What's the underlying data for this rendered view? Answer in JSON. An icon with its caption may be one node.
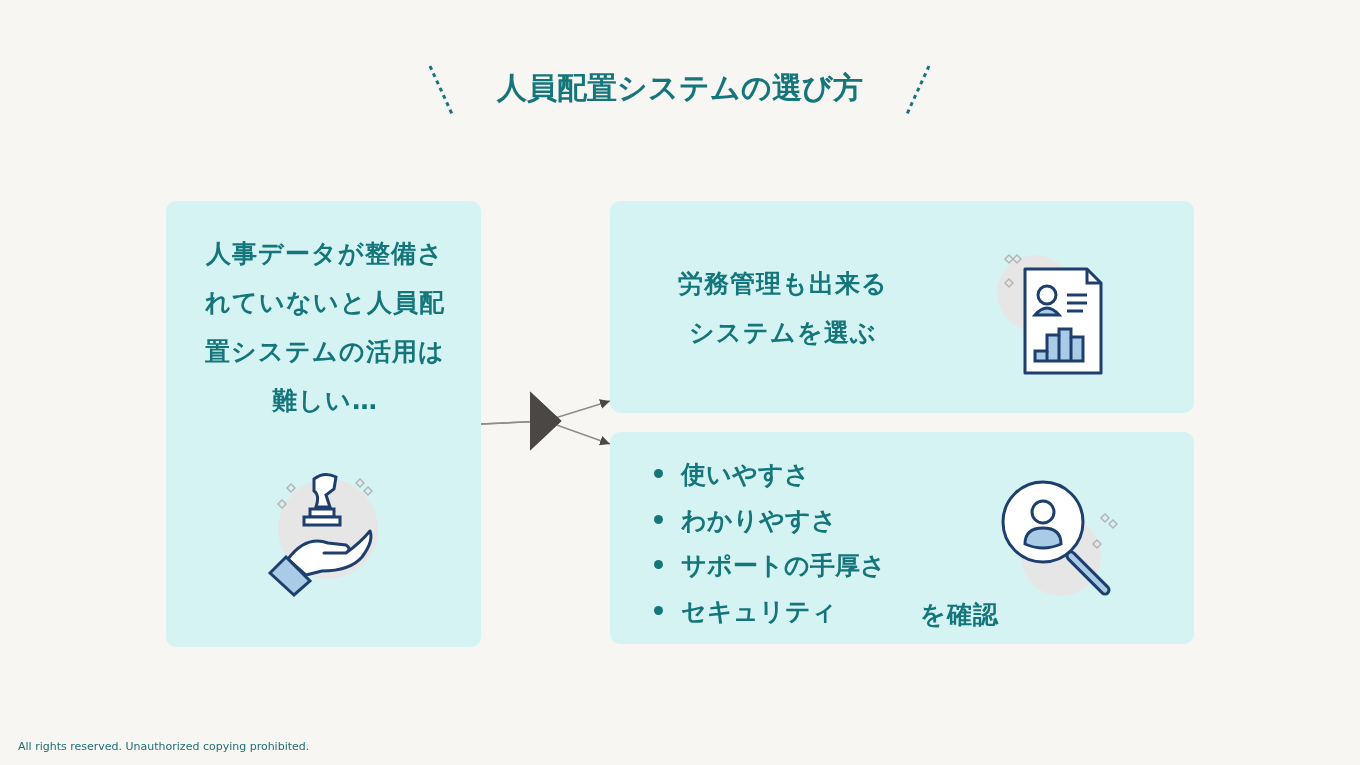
{
  "diagram": {
    "title": "人員配置システムの選び方",
    "nodes": [
      {
        "text": [
          "人事データが整備されていないと人員配置システムの活用は難しい…"
        ]
      },
      {
        "text": [
          "労務管理も出来るシステムを選ぶ"
        ]
      },
      {
        "text": [
          "使いやすさ",
          "わかりやすさ",
          "サポートの手厚さ",
          "セキュリティ",
          "を確認"
        ]
      }
    ],
    "edges": [
      {
        "from": 0,
        "to": 1,
        "arrow": "to"
      },
      {
        "from": 0,
        "to": 2,
        "arrow": "to"
      }
    ],
    "labels": [
      "All rights reserved. Unauthorized copying prohibited."
    ]
  }
}
